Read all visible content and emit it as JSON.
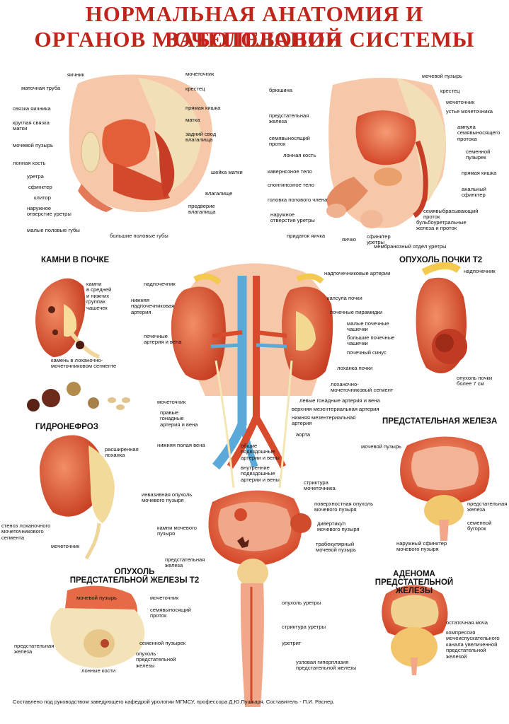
{
  "title": {
    "line1": "НОРМАЛЬНАЯ АНАТОМИЯ И ЗАБОЛЕВАНИЯ",
    "line2": "ОРГАНОВ МОЧЕПОЛОВОЙ СИСТЕМЫ"
  },
  "sections": {
    "stones": "КАМНИ В ПОЧКЕ",
    "tumor_kidney": "ОПУХОЛЬ ПОЧКИ Т2",
    "hydronephrosis": "ГИДРОНЕФРОЗ",
    "prostate": "ПРЕДСТАТЕЛЬНАЯ ЖЕЛЕЗА",
    "tumor_prostate_1": "ОПУХОЛЬ",
    "tumor_prostate_2": "ПРЕДСТАТЕЛЬНОЙ ЖЕЛЕЗЫ Т2",
    "adenoma_1": "АДЕНОМА",
    "adenoma_2": "ПРЕДСТАТЕЛЬНОЙ ЖЕЛЕЗЫ"
  },
  "labels": {
    "female": [
      "яичник",
      "маточная труба",
      "связка яичника",
      "круглая связка\nматки",
      "мочевой пузырь",
      "лонная кость",
      "уретра",
      "сфинктер",
      "клитор",
      "наружное\nотверстие уретры",
      "малые половые губы",
      "большие половые губы",
      "мочеточник",
      "крестец",
      "прямая кишка",
      "матка",
      "задний свод\nвлагалища",
      "шейка матки",
      "влагалище",
      "предверие\nвлагалища"
    ],
    "male": [
      "брюшина",
      "предстательная\nжелеза",
      "семявыносящий\nпроток",
      "лонная кость",
      "кавернозное тело",
      "спонгинозное тело",
      "головка полового члена",
      "наружное\nотверстие уретры",
      "придаток яичка",
      "яичко",
      "сфинктер\nуретры",
      "мембранозный отдел уретры",
      "бульбоуретральные\nжелеза и проток",
      "семявыбрасывающий\nпроток",
      "анальный\nсфинктер",
      "прямая кишка",
      "семенной\nпузырек",
      "ампула\nсемявыносящего\nпротока",
      "устье мочеточника",
      "мочеточник",
      "крестец",
      "мочевой пузырь"
    ],
    "stones": [
      "камни\nв средней\nи нижних\nгруппах\nчашечек",
      "камень в лоханочно-\nмочеточниковом сегменте"
    ],
    "tumor_kidney": [
      "надпочечник",
      "опухоль почки\nболее 7 см"
    ],
    "hydro": [
      "расширенная\nлоханка",
      "стеноз лоханочного\nмочеточникового\nсегмента",
      "мочеточник"
    ],
    "center_left": [
      "надпочечник",
      "нижняя\nнадпочечниковая\nартерия",
      "почечные\nартерия и вена",
      "мочеточник",
      "правые\nгонадные\nартерия и вена",
      "нижняя полая вена",
      "инвазивная опухоль\nмочевого пузыря",
      "камни мочевого\nпузыря",
      "предстательная\nжелеза"
    ],
    "center_right": [
      "надпочечниковые артерии",
      "капсула почки",
      "почечные пирамидки",
      "малые почечные\nчашечки",
      "большие почечные\nчашечки",
      "почечный синус",
      "лоханка почки",
      "лоханочно-\nмочеточниковый сегмент",
      "левые гонадные артерия и вена",
      "верхняя мезентериальная артерия",
      "нижняя мезентериальная\nартерия",
      "аорта",
      "общие\nподвздошные\nартерии и вены",
      "внутренние\nподвздошные\nартерии и вены",
      "стриктура\nмочеточника",
      "поверхностная опухоль\nмочевого пузыря",
      "дивертикул\nмочевого пузыря",
      "трабекулярный\nмочевой пузырь",
      "опухоль уретры",
      "стриктура уретры",
      "уретрит"
    ],
    "prostate": [
      "мочевой пузырь",
      "предстательная\nжелеза",
      "семенной\nбугорок",
      "наружный сфинктер\nмочевого пузыря"
    ],
    "tumor_prostate": [
      "мочевой пузырь",
      "мочеточник",
      "семявыносящий\nпроток",
      "семенной пузырек",
      "опухоль\nпредстательной\nжелезы",
      "предстательная\nжелеза",
      "лонные кости"
    ],
    "adenoma": [
      "остаточная моча",
      "компрессия\nмочеиспускательного\nканала увеличенной\nпредстательной\nжелезой",
      "узловая гиперплазия\nпредстательной железы"
    ]
  },
  "footer": "Составлено под руководством заведующего кафедрой урологии МГМСУ, профессора Д.Ю.Пушкаря. Составитель - П.И. Раснер.",
  "colors": {
    "title": "#c0251c",
    "tissue": "#e8603a",
    "tissue_light": "#f4a27e",
    "kidney": "#e5603c",
    "bone": "#f3e2b4",
    "vein": "#5aa9d8",
    "fat": "#f6d98d"
  }
}
